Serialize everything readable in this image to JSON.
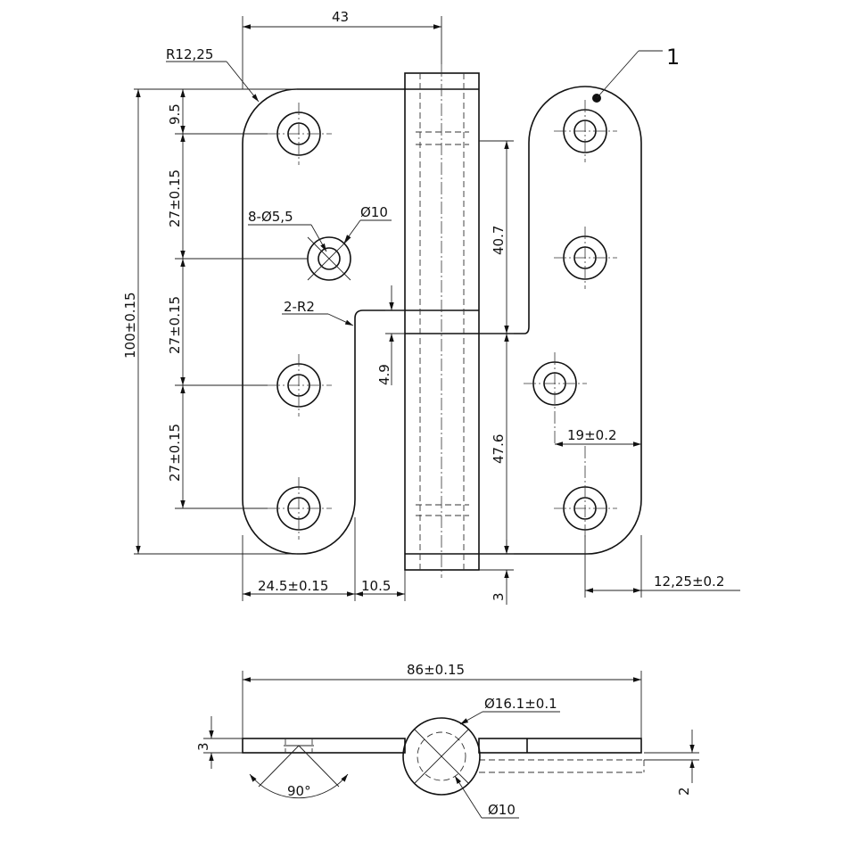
{
  "part_number": "1",
  "front_view": {
    "width_top": "43",
    "corner_radius": "R12,25",
    "top_offset": "9.5",
    "hole_pitch_1": "27±0.15",
    "hole_pitch_2": "27±0.15",
    "hole_pitch_3": "27±0.15",
    "total_height": "100±0.15",
    "holes": "8-Ø5,5",
    "counterbore": "Ø10",
    "fillet": "2-R2",
    "upper_knuckle": "40.7",
    "gap": "4.9",
    "lower_knuckle": "47.6",
    "bottom_gap": "3",
    "hole_offset": "19±0.2",
    "leaf_width": "24.5±0.15",
    "knuckle_offset": "10.5",
    "edge_offset": "12,25±0.2"
  },
  "side_view": {
    "total_width": "86±0.15",
    "pin_diameter": "Ø16.1±0.1",
    "thickness": "3",
    "angle": "90°",
    "pin_inner": "Ø10",
    "offset": "2"
  }
}
